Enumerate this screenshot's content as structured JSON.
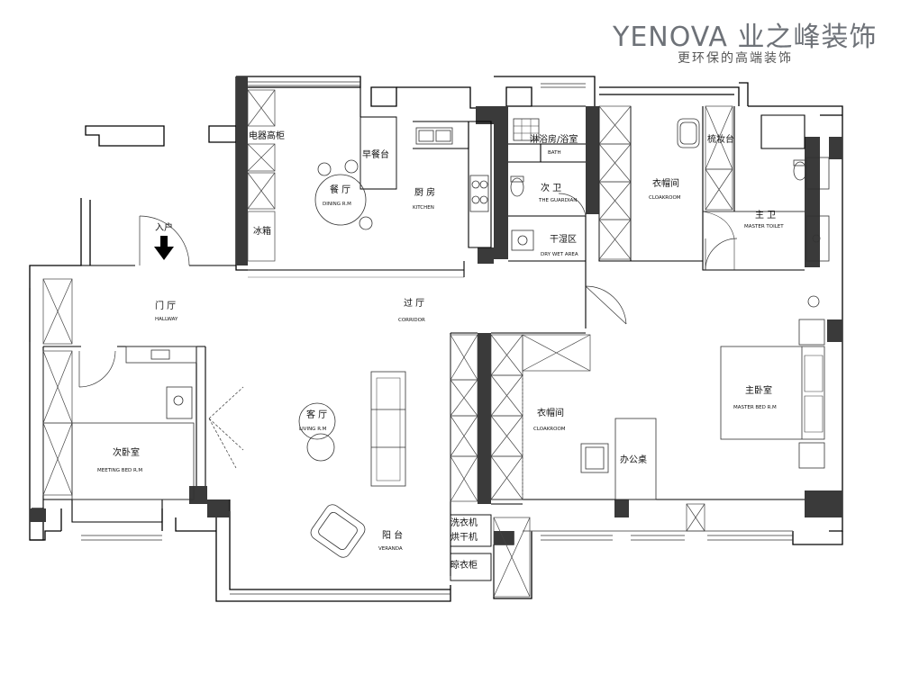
{
  "brand": {
    "logo_en": "YENOVA",
    "logo_cn": "业之峰装饰",
    "slogan": "更环保的高端装饰",
    "color": "#6e7278"
  },
  "rooms": {
    "cabinet": {
      "cn": "电器高柜"
    },
    "dining": {
      "cn": "餐 厅",
      "en": "DINING R.M"
    },
    "breakfast": {
      "cn": "早餐台"
    },
    "kitchen": {
      "cn": "厨 房",
      "en": "KITCHEN"
    },
    "fridge": {
      "cn": "冰箱"
    },
    "entry": {
      "cn": "入户"
    },
    "shower": {
      "cn": "淋浴房/浴室",
      "en": "BATH"
    },
    "guest_wc": {
      "cn": "次 卫",
      "en": "THE GUARDIAN"
    },
    "dry_wet": {
      "cn": "干湿区",
      "en": "DRY WET AREA"
    },
    "cloak_top": {
      "cn": "衣帽间",
      "en": "CLOAKROOM"
    },
    "vanity": {
      "cn": "梳妆台"
    },
    "master_wc": {
      "cn": "主 卫",
      "en": "MASTER TOILET"
    },
    "hallway": {
      "cn": "门 厅",
      "en": "HALLWAY"
    },
    "corridor": {
      "cn": "过 厅",
      "en": "CORRIDOR"
    },
    "living": {
      "cn": "客 厅",
      "en": "LIVING R.M"
    },
    "second_bed": {
      "cn": "次卧室",
      "en": "MEETING BED R.M"
    },
    "cloak_mid": {
      "cn": "衣帽间",
      "en": "CLOAKROOM"
    },
    "desk": {
      "cn": "办公桌"
    },
    "master_bed": {
      "cn": "主卧室",
      "en": "MASTER BED R.M"
    },
    "washer": {
      "cn": "洗衣机"
    },
    "dryer": {
      "cn": "烘干机"
    },
    "balcony": {
      "cn": "阳 台",
      "en": "VERANDA"
    },
    "drying_cab": {
      "cn": "晾衣柜"
    }
  },
  "colors": {
    "wall": "#3a3a3a",
    "line": "#000000",
    "thin": "#666666"
  }
}
